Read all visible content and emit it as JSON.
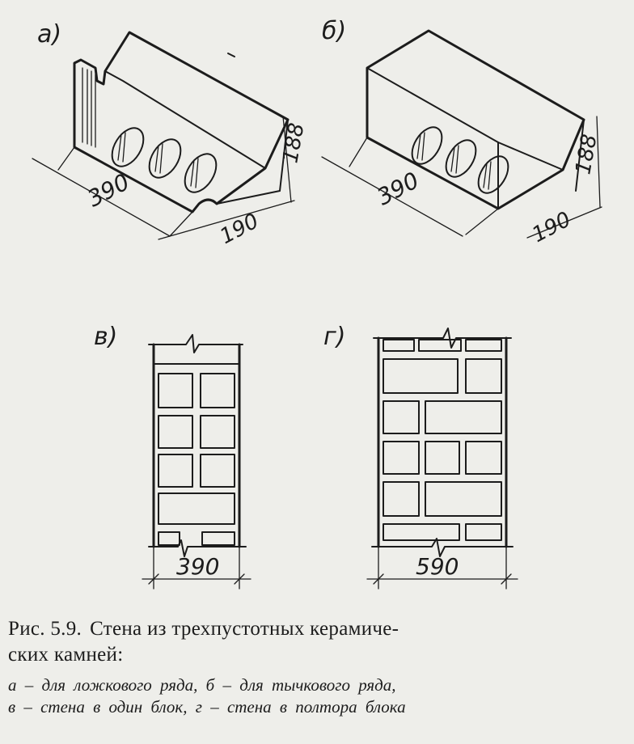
{
  "figure": {
    "panels": [
      {
        "letter": "а)",
        "dims": {
          "length": "390",
          "width": "190",
          "height": "188"
        }
      },
      {
        "letter": "б)",
        "dims": {
          "length": "390",
          "width": "190",
          "height": "188"
        }
      },
      {
        "letter": "в)",
        "width_dim": "390"
      },
      {
        "letter": "г)",
        "width_dim": "590"
      }
    ]
  },
  "caption": {
    "prefix": "Рис. 5.9.",
    "title_line1": "Стена из трехпустотных керамиче-",
    "title_line2": "ских камней:",
    "legend_line1": "а – для ложкового ряда, б – для тычкового ряда,",
    "legend_line2": "в – стена в один блок, г – стена в полтора блока"
  }
}
